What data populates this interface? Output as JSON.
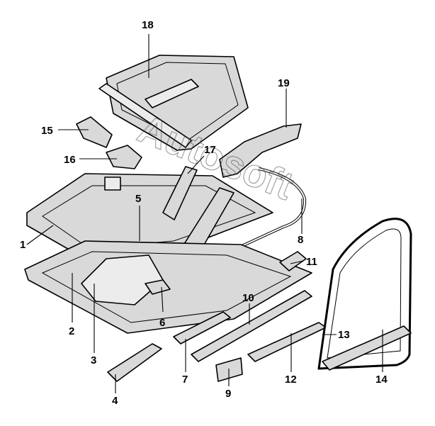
{
  "watermark": "Autosoft",
  "callouts": {
    "c1": "1",
    "c2": "2",
    "c3": "3",
    "c4": "4",
    "c5": "5",
    "c6": "6",
    "c7": "7",
    "c8": "8",
    "c9": "9",
    "c10": "10",
    "c11": "11",
    "c12": "12",
    "c13": "13",
    "c14": "14",
    "c15": "15",
    "c16": "16",
    "c17": "17",
    "c18": "18",
    "c19": "19"
  },
  "colors": {
    "line": "#000000",
    "part_fill": "#d9d9d9",
    "background": "#ffffff"
  }
}
